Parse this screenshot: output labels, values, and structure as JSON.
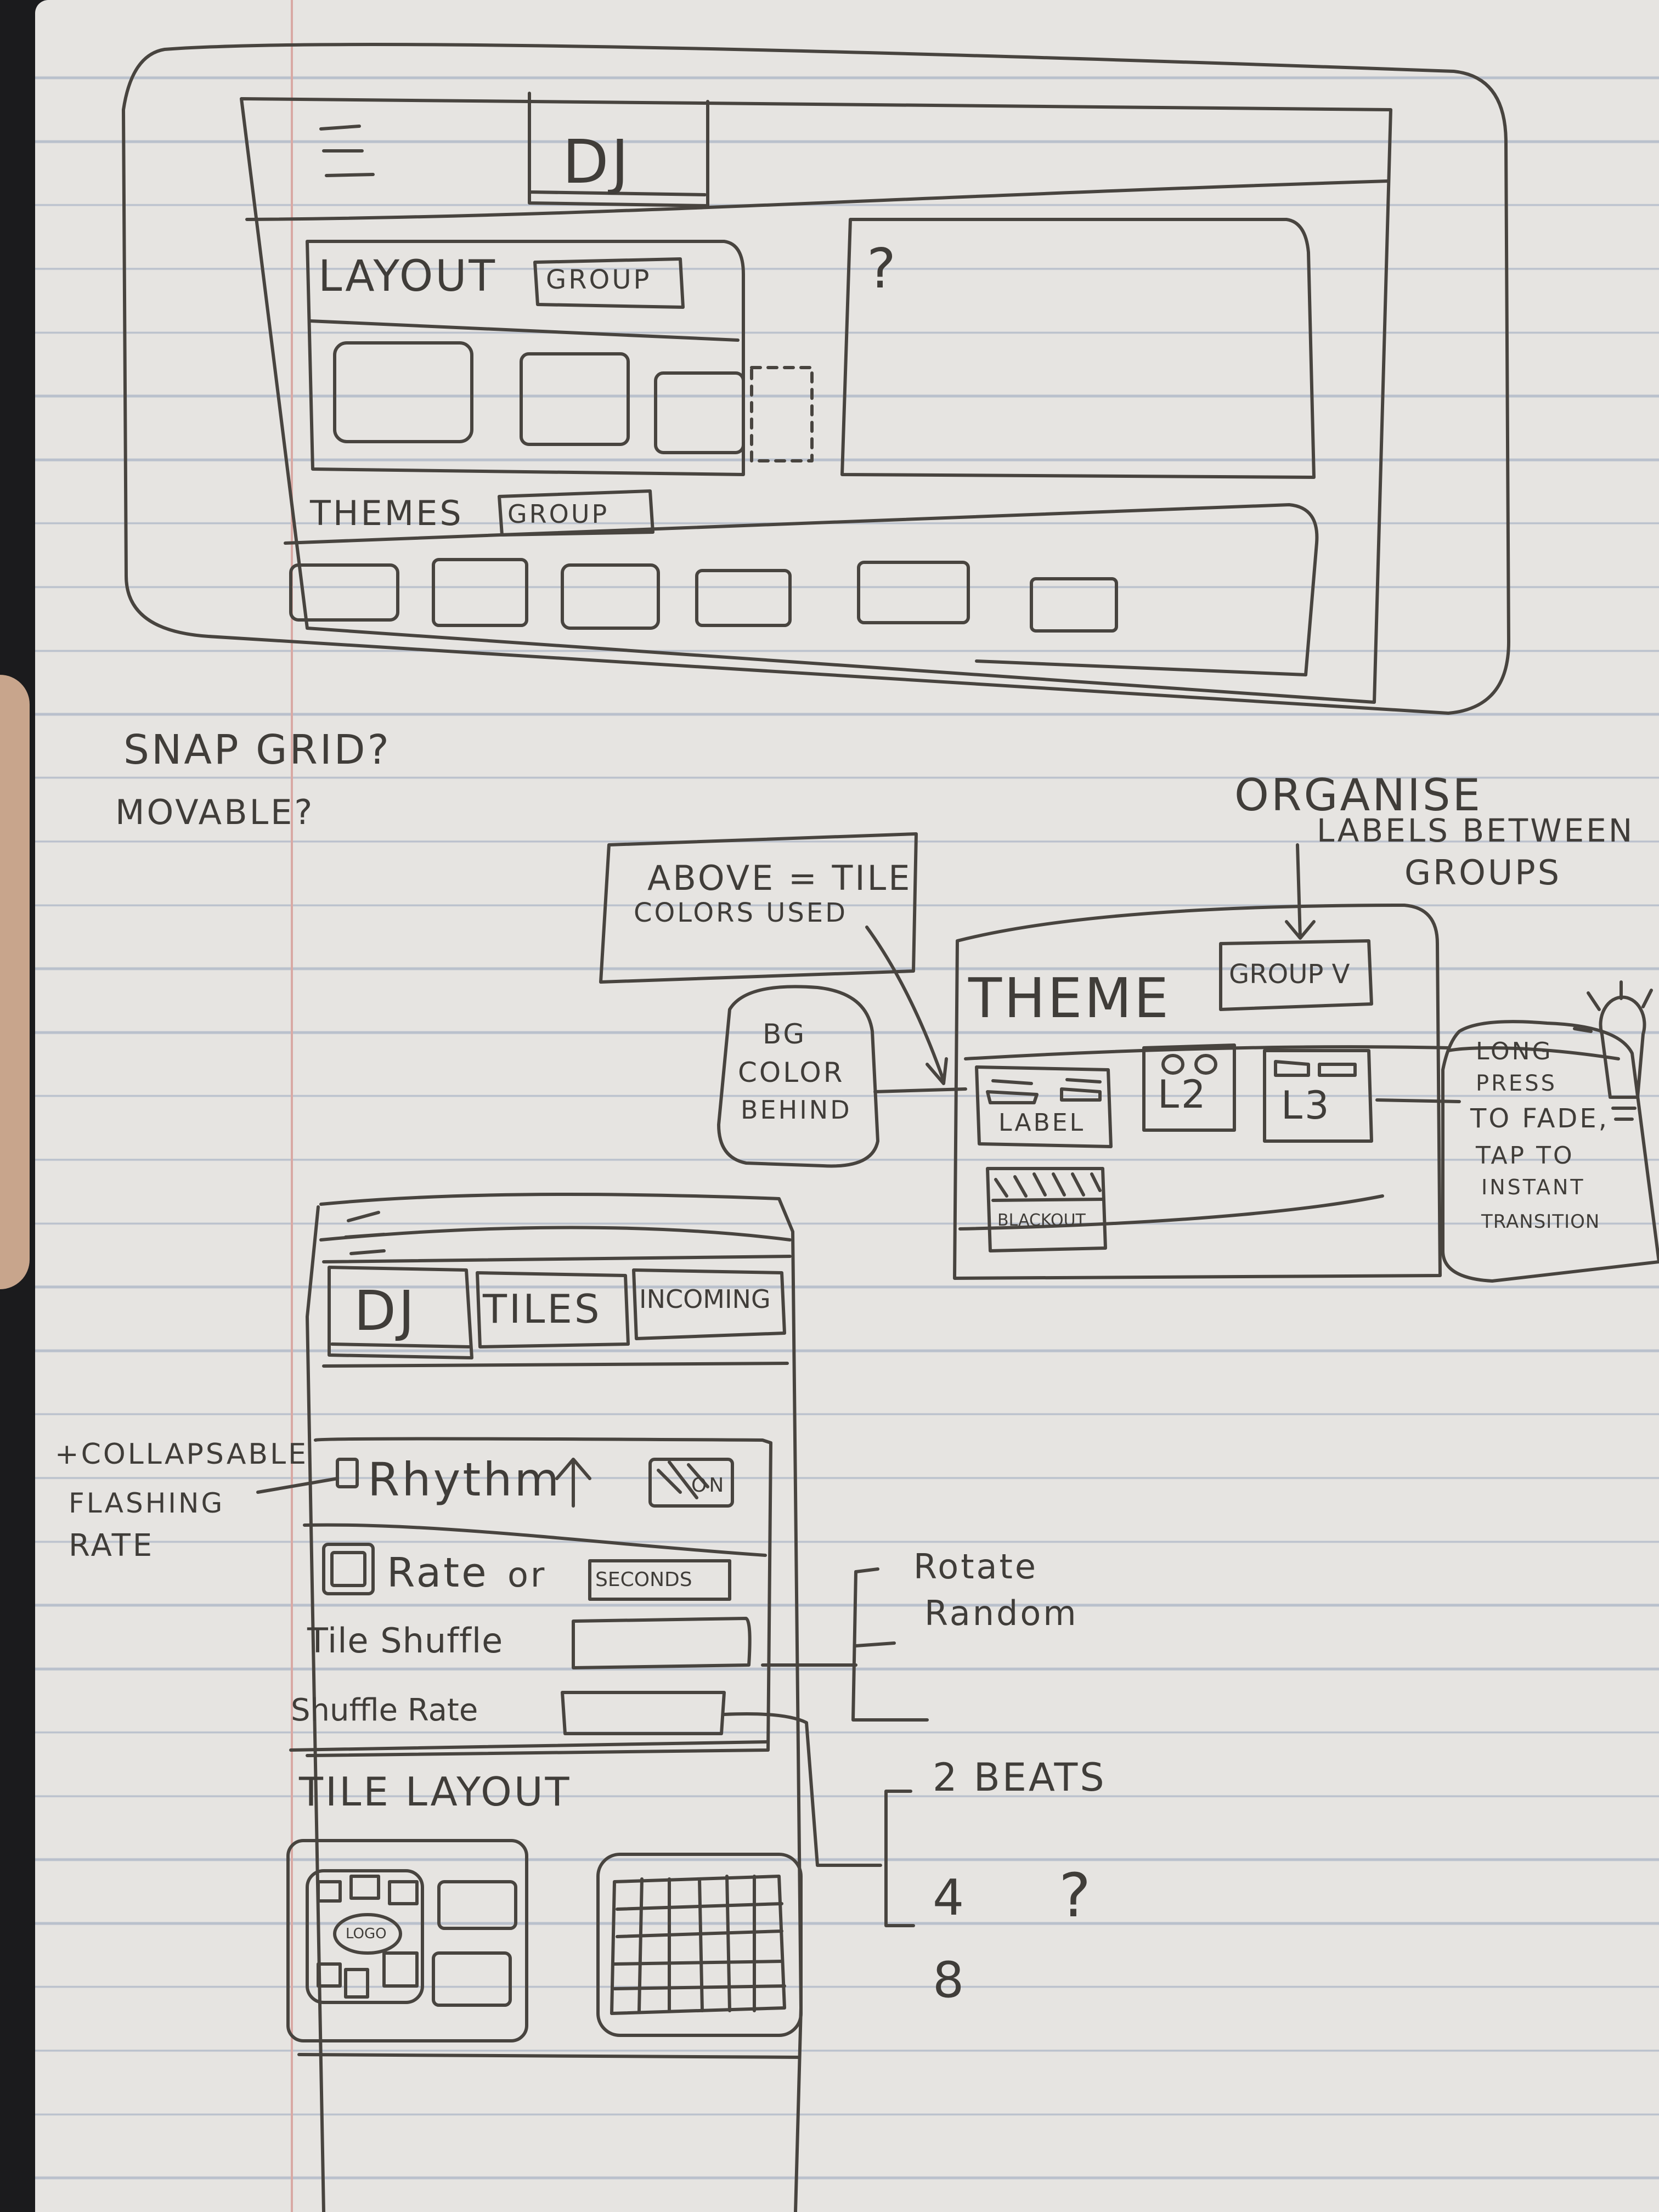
{
  "tablet": {
    "tab_dj": "DJ",
    "layout_label": "LAYOUT",
    "layout_group": "GROUP",
    "help_mark": "?",
    "themes_label": "THEMES",
    "themes_group": "GROUP"
  },
  "notes": {
    "snap_grid": "SNAP GRID?",
    "movable": "MOVABLE?",
    "organize_1": "ORGANISE",
    "organize_2": "LABELS BETWEEN",
    "organize_3": "GROUPS",
    "above_1": "ABOVE = TILE",
    "above_2": "COLORS USED",
    "bg_1": "BG",
    "bg_2": "COLOR",
    "bg_3": "BEHIND",
    "long_1": "LONG",
    "long_2": "PRESS",
    "long_3": "TO FADE,",
    "long_4": "TAP TO",
    "long_5": "INSTANT",
    "long_6": "TRANSITION",
    "collapsible_1": "+COLLAPSABLE",
    "collapsible_2": "FLASHING",
    "collapsible_3": "RATE"
  },
  "theme_panel": {
    "title": "THEME",
    "group_select": "GROUP V",
    "tiles": [
      "LABEL",
      "L2",
      "L3"
    ],
    "blackout": "BLACKOUT"
  },
  "phone": {
    "tabs": [
      "DJ",
      "TILES",
      "INCOMING"
    ],
    "rhythm_label": "Rhythm",
    "rhythm_toggle": "ON",
    "rate_label": "Rate",
    "rate_or": "or",
    "rate_unit": "SECONDS",
    "tile_shuffle_label": "Tile Shuffle",
    "shuffle_rate_label": "Shuffle Rate",
    "tile_layout_label": "TILE LAYOUT",
    "logo_text": "LOGO"
  },
  "tile_shuffle_options": [
    "Rotate",
    "Random"
  ],
  "shuffle_rate_options": [
    "2 BEATS",
    "4",
    "8"
  ],
  "shuffle_rate_question": "?"
}
